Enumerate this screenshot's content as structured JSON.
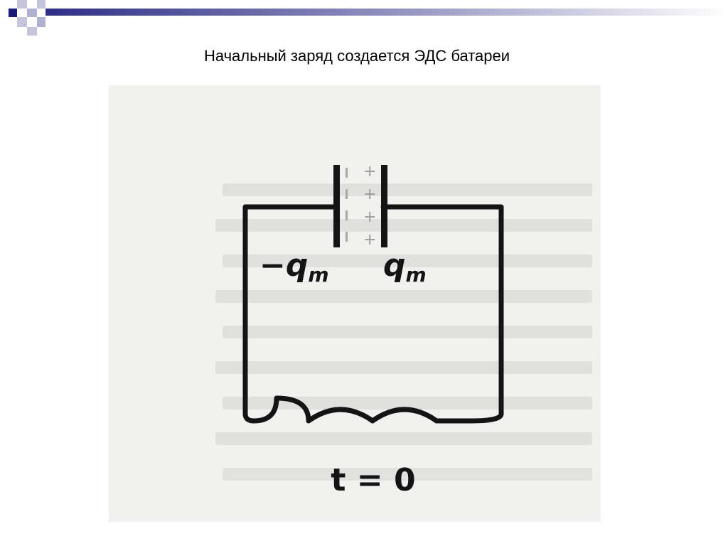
{
  "slide": {
    "title": "Начальный заряд создается ЭДС батареи"
  },
  "figure": {
    "left_charge_label": "−q",
    "left_charge_sub": "m",
    "right_charge_label": "q",
    "right_charge_sub": "m",
    "plus_signs": [
      "+",
      "+",
      "+",
      "+"
    ],
    "time_label": "t = 0"
  },
  "colors": {
    "accent_dark": "#1a1a7a",
    "accent_light": "#b8b8d8",
    "figure_bg": "#f1f1ef",
    "ink": "#141414"
  }
}
